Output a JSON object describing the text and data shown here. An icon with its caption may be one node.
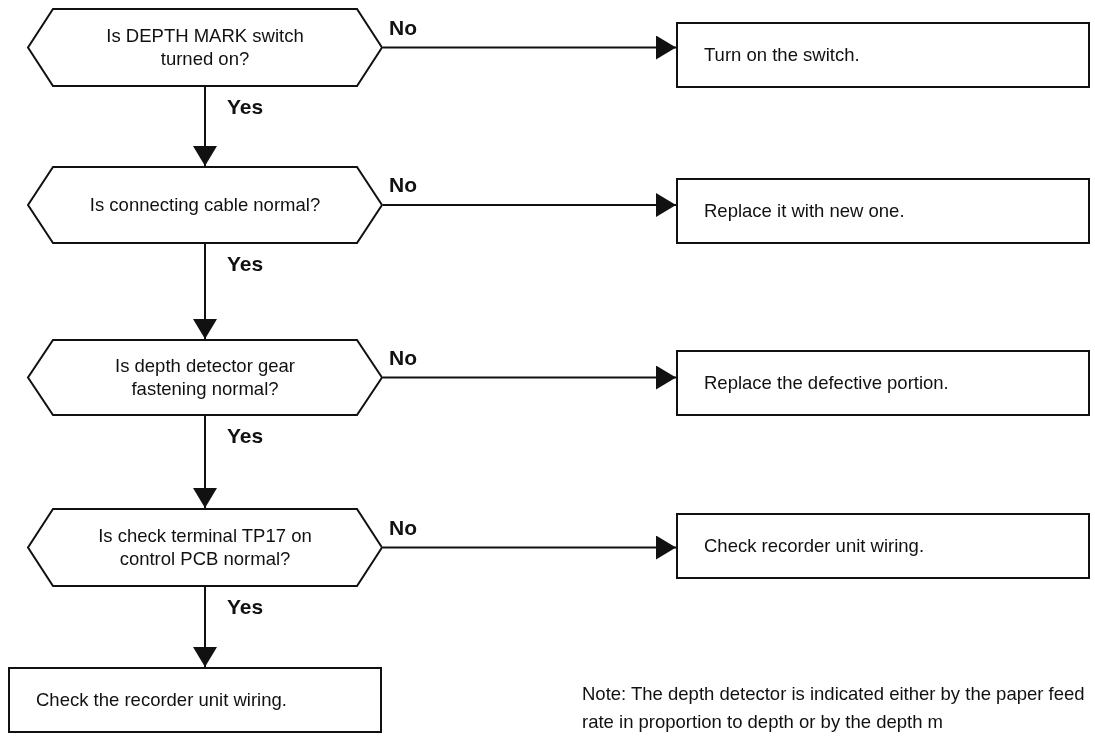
{
  "diagram": {
    "nodes": [
      {
        "text": [
          "Is DEPTH MARK switch turned on?"
        ]
      },
      {
        "text": [
          "Turn on the switch."
        ]
      },
      {
        "text": [
          "Is connecting cable normal?"
        ]
      },
      {
        "text": [
          "Replace it with new one."
        ]
      },
      {
        "text": [
          "Is depth detector gear fastening normal?"
        ]
      },
      {
        "text": [
          "Replace the defective portion."
        ]
      },
      {
        "text": [
          "Is check terminal TP17 on control PCB normal?"
        ]
      },
      {
        "text": [
          "Check recorder unit wiring."
        ]
      },
      {
        "text": [
          "Check the recorder unit wiring."
        ]
      }
    ],
    "edges": [
      {
        "from": 0,
        "to": 1,
        "arrow": "to",
        "label": "No"
      },
      {
        "from": 0,
        "to": 2,
        "arrow": "to",
        "label": "Yes"
      },
      {
        "from": 2,
        "to": 3,
        "arrow": "to",
        "label": "No"
      },
      {
        "from": 2,
        "to": 4,
        "arrow": "to",
        "label": "Yes"
      },
      {
        "from": 4,
        "to": 5,
        "arrow": "to",
        "label": "No"
      },
      {
        "from": 4,
        "to": 6,
        "arrow": "to",
        "label": "Yes"
      },
      {
        "from": 6,
        "to": 7,
        "arrow": "to",
        "label": "No"
      },
      {
        "from": 6,
        "to": 8,
        "arrow": "to",
        "label": "Yes"
      }
    ],
    "labels": [
      "Note: The depth detector is indicated either by the paper feed rate in proportion to depth or by the depth m"
    ]
  }
}
